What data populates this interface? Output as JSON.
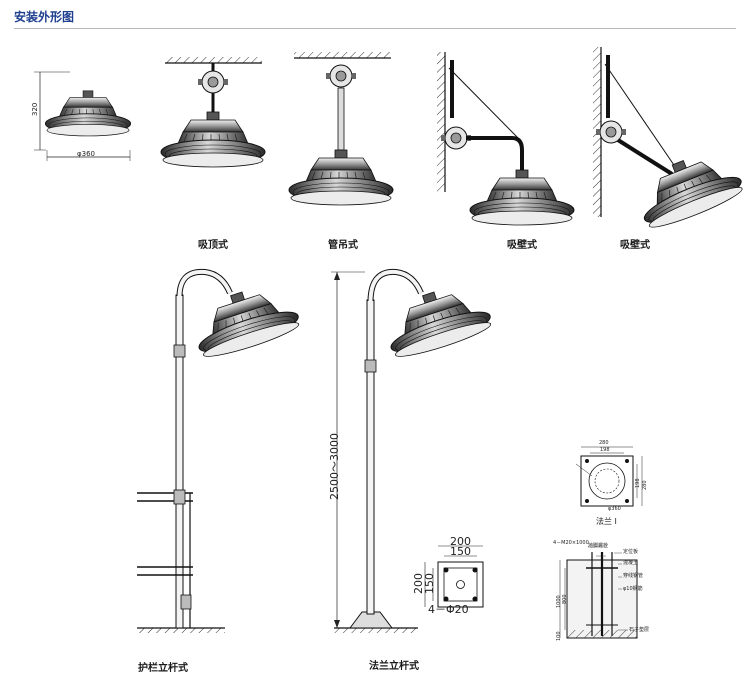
{
  "header": {
    "title": "安装外形图"
  },
  "captions": {
    "ceiling": "吸顶式",
    "pipe": "管吊式",
    "wall_1": "吸壁式",
    "wall_2": "吸壁式",
    "guardrail": "护栏立杆式",
    "flange_pole": "法兰立杆式",
    "flange_1": "法兰 I"
  },
  "dimensions": {
    "fixture_height": "320",
    "fixture_diameter": "φ360",
    "pole_height": "2500～3000",
    "plate_outer_w": "200",
    "plate_inner_w": "150",
    "plate_outer_h": "200",
    "plate_inner_h": "150",
    "plate_holes": "4－Φ20",
    "flange_outer": "280",
    "flange_inner": "198",
    "flange_side_outer": "280",
    "flange_side_inner": "198",
    "flange_mark": "φ360",
    "foundation_bolts": "4－M20×1000",
    "foundation_depth": "1000",
    "foundation_inner": "800",
    "foundation_base": "100"
  },
  "foundation_labels": {
    "bolt": "地脚螺栓",
    "nut": "定位板",
    "concrete": "混凝土",
    "conduit": "穿线钢管",
    "rebar": "φ10钢筋",
    "gravel": "石子垫层"
  }
}
